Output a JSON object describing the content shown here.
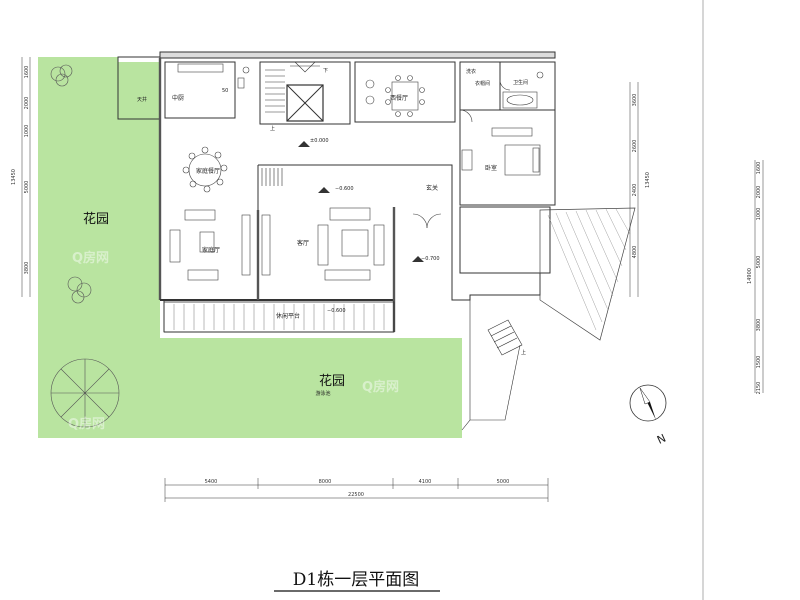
{
  "title": "D1栋一层平面图",
  "colors": {
    "garden": "#b9e4a0",
    "wall": "#555555",
    "line": "#333333"
  },
  "compass": {
    "label": "N"
  },
  "watermark": "Q房网",
  "gardens": {
    "west": "花园",
    "south": "花园",
    "pool": "游泳池"
  },
  "rooms": {
    "kitchen": "中厨",
    "skylight": "天井",
    "dining": "西餐厅",
    "family_dining": "家庭餐厅",
    "family_hall": "家庭厅",
    "living": "客厅",
    "foyer": "玄关",
    "laundry": "洗衣",
    "cloak": "衣帽间",
    "bath": "卫生间",
    "bedroom": "卧室",
    "terrace": "休闲平台",
    "code50": "50"
  },
  "levels": {
    "stairs_up": "上",
    "stairs_down": "下",
    "l0": "±0.000",
    "l1": "−0.600",
    "l2": "−0.700",
    "l3": "−0.600",
    "ramp_up": "上"
  },
  "dims": {
    "bottom": [
      "5400",
      "8000",
      "4100",
      "5000"
    ],
    "bottom_total": "22500",
    "left": [
      "1600",
      "2000",
      "1000",
      "5000",
      "3800"
    ],
    "left_total": "13450",
    "right": [
      "3600",
      "2600",
      "2400",
      "4800"
    ],
    "right_total": "13450",
    "far_right": [
      "1600",
      "2000",
      "1000",
      "5000",
      "3800",
      "1500",
      "2150"
    ],
    "far_right_total": "14900"
  }
}
